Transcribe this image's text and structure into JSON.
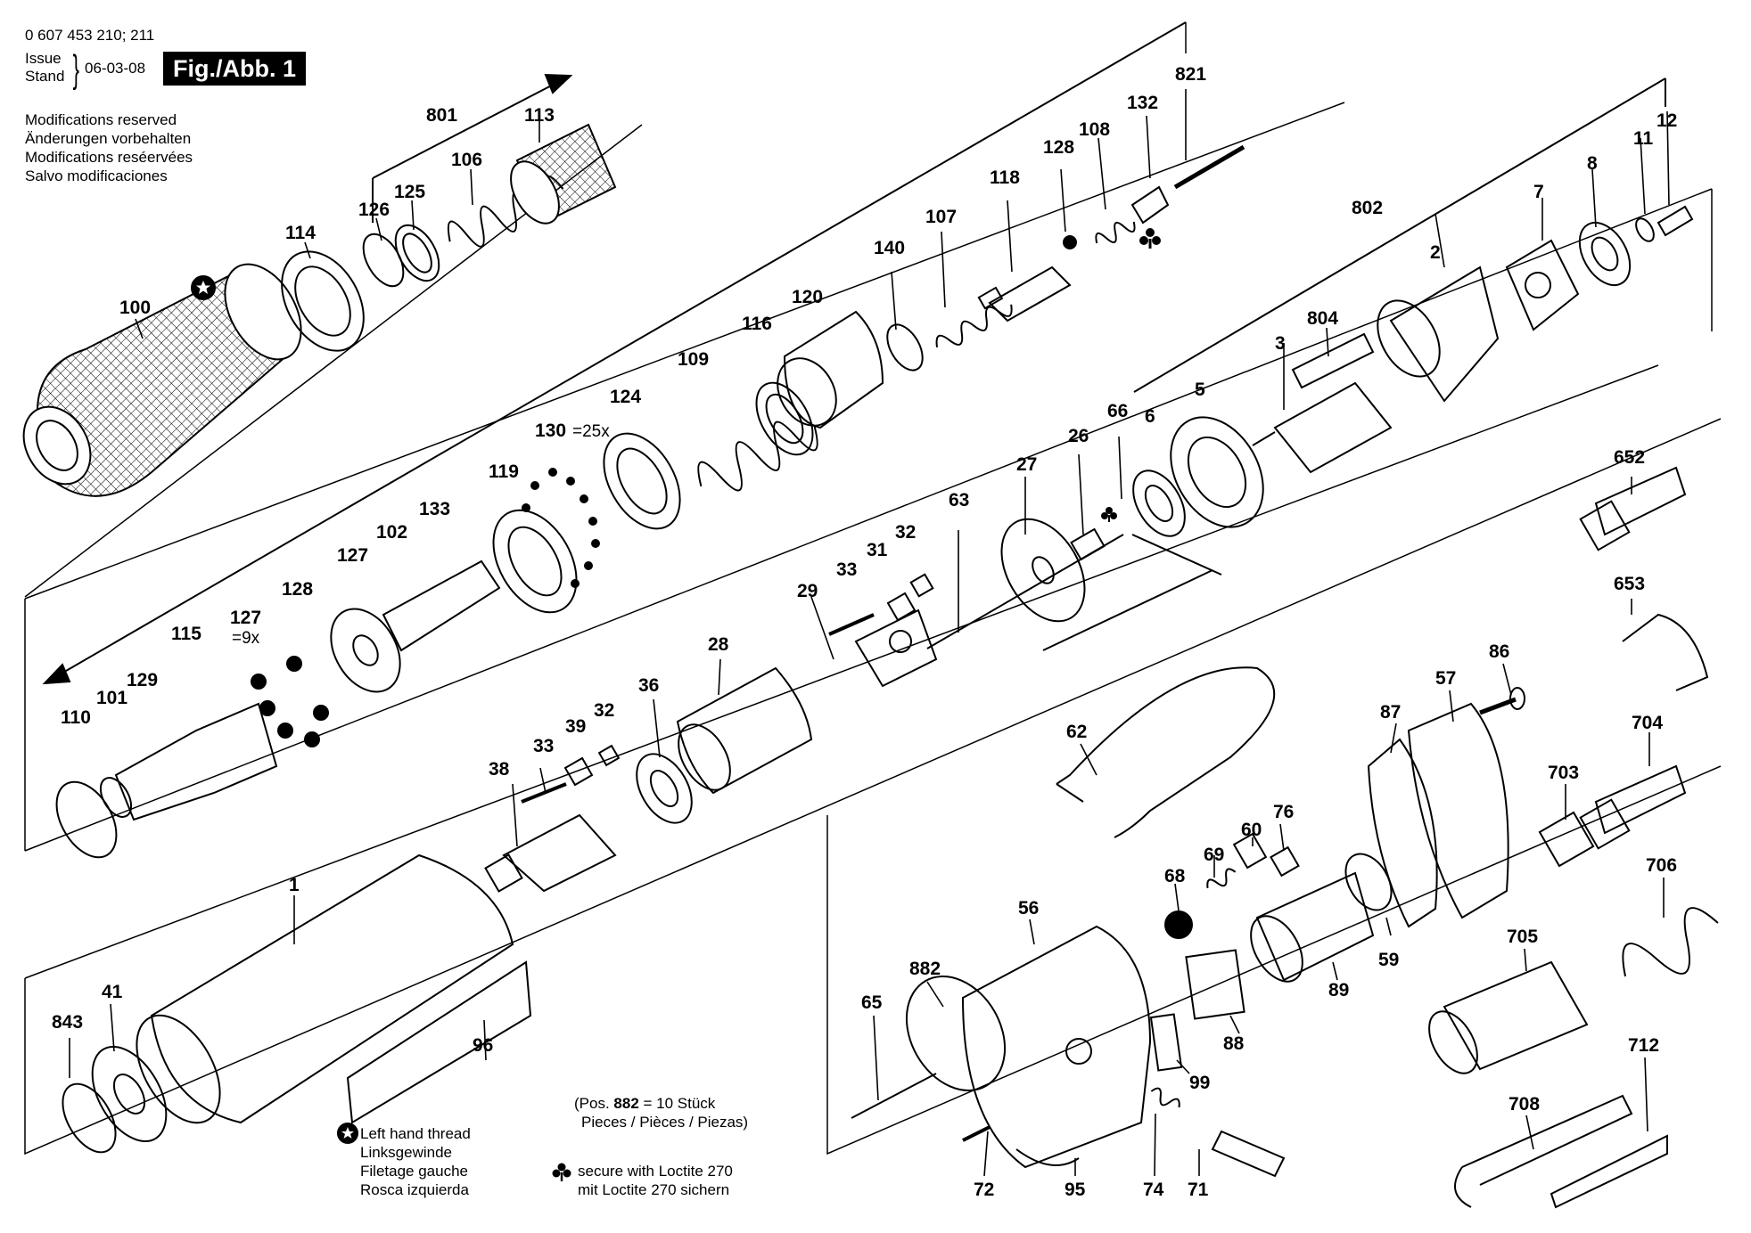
{
  "header": {
    "doc_number": "0 607 453 210; 211",
    "issue_label": "Issue",
    "stand_label": "Stand",
    "date": "06-03-08",
    "figure": "Fig./Abb. 1"
  },
  "modifications": [
    "Modifications reserved",
    "Änderungen vorbehalten",
    "Modifications reséervées",
    "Salvo modificaciones"
  ],
  "legend": {
    "left_thread": [
      "Left hand thread",
      "Linksgewinde",
      "Filetage gauche",
      "Rosca izquierda"
    ],
    "loctite": [
      "secure with Loctite 270",
      "mit Loctite 270 sichern"
    ],
    "pos_note": [
      "(Pos. ",
      "882",
      " = 10 Stück",
      "Pieces / Pièces / Piezas)"
    ]
  },
  "qty_notes": {
    "q130": "=25x",
    "q127": "=9x"
  },
  "parts": [
    "100",
    "114",
    "126",
    "125",
    "801",
    "106",
    "113",
    "140",
    "107",
    "118",
    "128",
    "108",
    "132",
    "821",
    "120",
    "116",
    "109",
    "124",
    "130",
    "119",
    "133",
    "102",
    "127",
    "128",
    "115",
    "127",
    "110",
    "101",
    "129",
    "802",
    "7",
    "8",
    "11",
    "12",
    "2",
    "804",
    "3",
    "6",
    "5",
    "66",
    "26",
    "27",
    "63",
    "29",
    "33",
    "31",
    "32",
    "28",
    "36",
    "33",
    "39",
    "32",
    "38",
    "1",
    "41",
    "843",
    "96",
    "652",
    "653",
    "86",
    "57",
    "87",
    "62",
    "704",
    "703",
    "706",
    "705",
    "712",
    "708",
    "56",
    "882",
    "65",
    "72",
    "95",
    "74",
    "71",
    "99",
    "88",
    "89",
    "59",
    "60",
    "76",
    "69",
    "68"
  ]
}
